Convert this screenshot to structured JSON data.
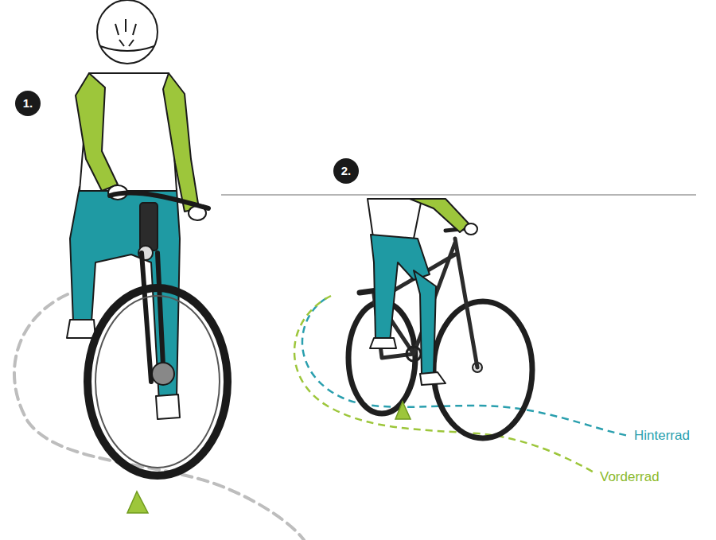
{
  "diagram": {
    "labels": [
      "1.",
      "2.",
      "Hinterrad",
      "Vorderrad"
    ]
  }
}
